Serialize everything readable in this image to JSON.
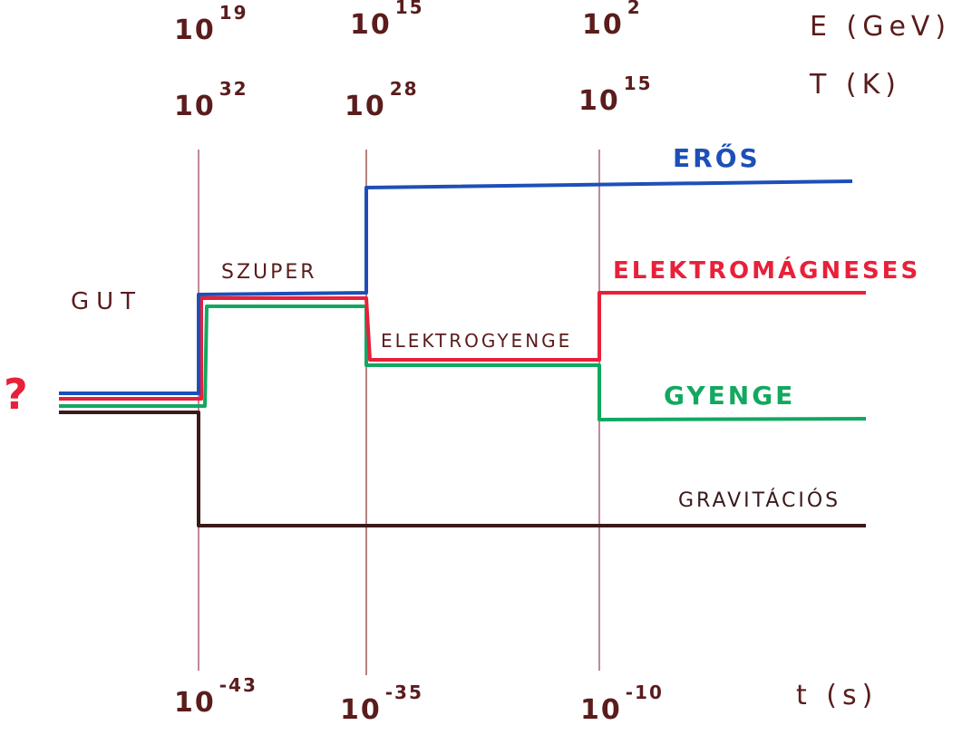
{
  "energy_axis": {
    "label": "E (GeV)",
    "ticks": [
      {
        "base": "10",
        "exp": "19"
      },
      {
        "base": "10",
        "exp": "15"
      },
      {
        "base": "10",
        "exp": "2"
      }
    ]
  },
  "temperature_axis": {
    "label": "T (K)",
    "ticks": [
      {
        "base": "10",
        "exp": "32"
      },
      {
        "base": "10",
        "exp": "28"
      },
      {
        "base": "10",
        "exp": "15"
      }
    ]
  },
  "time_axis": {
    "label": "t (s)",
    "ticks": [
      {
        "base": "10",
        "exp": "-43"
      },
      {
        "base": "10",
        "exp": "-35"
      },
      {
        "base": "10",
        "exp": "-10"
      }
    ]
  },
  "eras": {
    "gut": "GUT",
    "super": "SZUPER",
    "electroweak": "ELEKTROGYENGE",
    "unknown": "?"
  },
  "forces": {
    "strong": {
      "label": "ERŐS",
      "color": "#1d4fb8"
    },
    "electromagnetic": {
      "label": "ELEKTROMÁGNESES",
      "color": "#e8203a"
    },
    "weak": {
      "label": "GYENGE",
      "color": "#12a860"
    },
    "gravity": {
      "label": "GRAVITÁCIÓS",
      "color": "#3a1a1a"
    }
  }
}
